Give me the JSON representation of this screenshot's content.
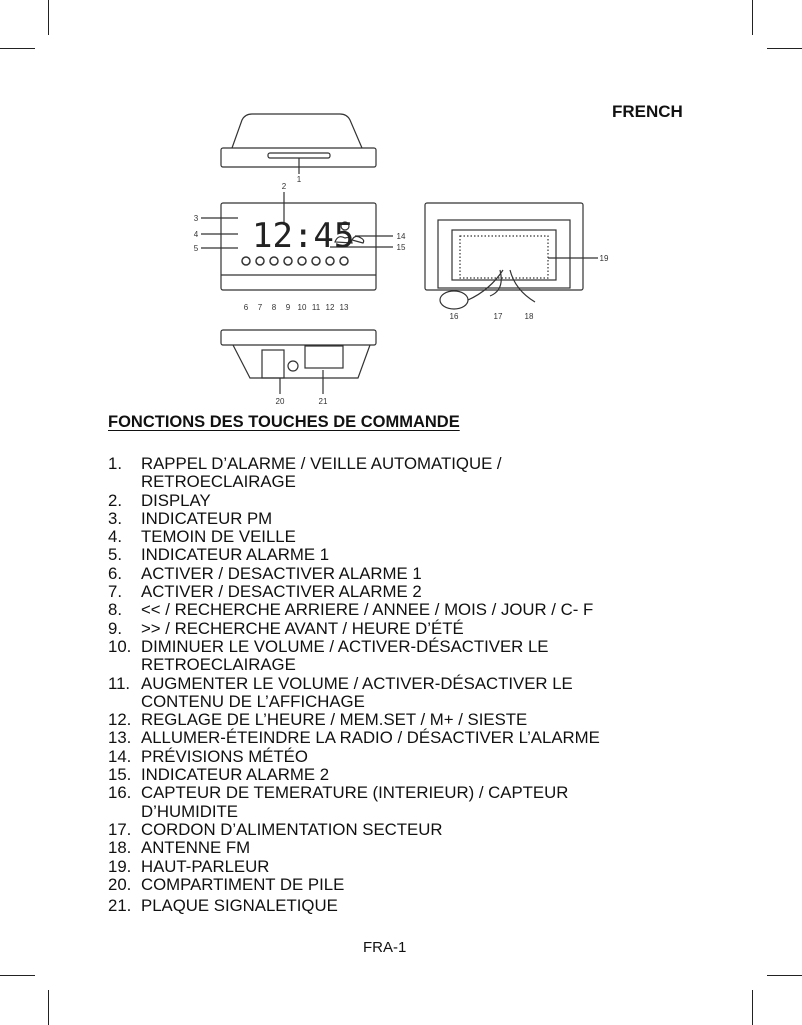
{
  "header": {
    "language": "FRENCH"
  },
  "diagram": {
    "display_time": "12:45",
    "callouts": [
      "1",
      "2",
      "3",
      "4",
      "5",
      "6",
      "7",
      "8",
      "9",
      "10",
      "11",
      "12",
      "13",
      "14",
      "15",
      "16",
      "17",
      "18",
      "19",
      "20",
      "21"
    ]
  },
  "section_title": "FONCTIONS DES TOUCHES DE COMMANDE",
  "items": [
    {
      "num": "1.",
      "lines": [
        "RAPPEL D’ALARME / VEILLE AUTOMATIQUE /",
        "RETROECLAIRAGE"
      ]
    },
    {
      "num": "2.",
      "lines": [
        "DISPLAY"
      ]
    },
    {
      "num": "3.",
      "lines": [
        "INDICATEUR PM"
      ]
    },
    {
      "num": "4.",
      "lines": [
        "TEMOIN DE VEILLE"
      ]
    },
    {
      "num": "5.",
      "lines": [
        "INDICATEUR ALARME 1"
      ]
    },
    {
      "num": "6.",
      "lines": [
        "ACTIVER / DESACTIVER ALARME 1"
      ]
    },
    {
      "num": "7.",
      "lines": [
        "ACTIVER / DESACTIVER ALARME 2"
      ]
    },
    {
      "num": "8.",
      "lines": [
        "<< / RECHERCHE ARRIERE / ANNEE / MOIS / JOUR / C- F"
      ]
    },
    {
      "num": "9.",
      "lines": [
        ">> / RECHERCHE AVANT / HEURE D’ÉTÉ"
      ]
    },
    {
      "num": "10.",
      "lines": [
        "DIMINUER LE VOLUME / ACTIVER-DÉSACTIVER LE",
        "RETROECLAIRAGE"
      ]
    },
    {
      "num": "11.",
      "lines": [
        "AUGMENTER LE VOLUME / ACTIVER-DÉSACTIVER LE",
        "CONTENU DE L’AFFICHAGE"
      ]
    },
    {
      "num": "12.",
      "lines": [
        "REGLAGE DE L’HEURE / MEM.SET / M+ / SIESTE"
      ]
    },
    {
      "num": "13.",
      "lines": [
        "ALLUMER-ÉTEINDRE LA RADIO / DÉSACTIVER L’ALARME"
      ]
    },
    {
      "num": "14.",
      "lines": [
        "PRÉVISIONS MÉTÉO"
      ]
    },
    {
      "num": "15.",
      "lines": [
        "INDICATEUR ALARME 2"
      ]
    },
    {
      "num": "16.",
      "lines": [
        "CAPTEUR DE TEMERATURE (INTERIEUR) / CAPTEUR",
        "D’HUMIDITE"
      ]
    },
    {
      "num": "17.",
      "lines": [
        "CORDON D’ALIMENTATION SECTEUR"
      ]
    },
    {
      "num": "18.",
      "lines": [
        "ANTENNE FM"
      ]
    },
    {
      "num": "19.",
      "lines": [
        "HAUT-PARLEUR"
      ]
    },
    {
      "num": "20.",
      "lines": [
        "COMPARTIMENT DE PILE"
      ]
    },
    {
      "num": "21.",
      "lines": [
        "PLAQUE SIGNALETIQUE"
      ]
    }
  ],
  "footer": {
    "page": "FRA-1"
  }
}
